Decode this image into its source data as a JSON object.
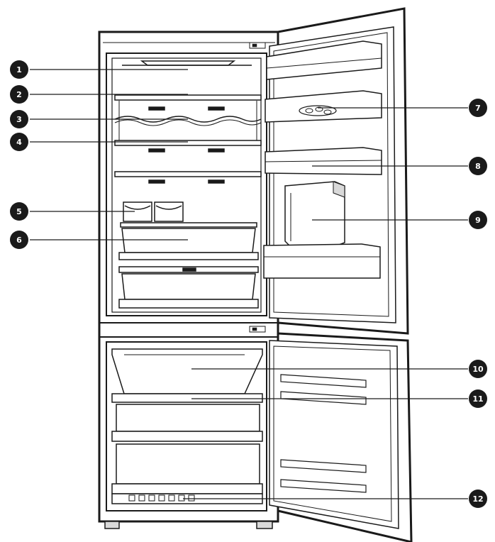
{
  "diagram": {
    "callouts": [
      {
        "number": "1"
      },
      {
        "number": "2"
      },
      {
        "number": "3"
      },
      {
        "number": "4"
      },
      {
        "number": "5"
      },
      {
        "number": "6"
      },
      {
        "number": "7"
      },
      {
        "number": "8"
      },
      {
        "number": "9"
      },
      {
        "number": "10"
      },
      {
        "number": "11"
      },
      {
        "number": "12"
      }
    ]
  },
  "colors": {
    "line": "#1a1a1a",
    "callout_fill": "#1a1a1a",
    "callout_text": "#ffffff",
    "panel_fill": "#ffffff",
    "shade": "#d9d9d9"
  }
}
